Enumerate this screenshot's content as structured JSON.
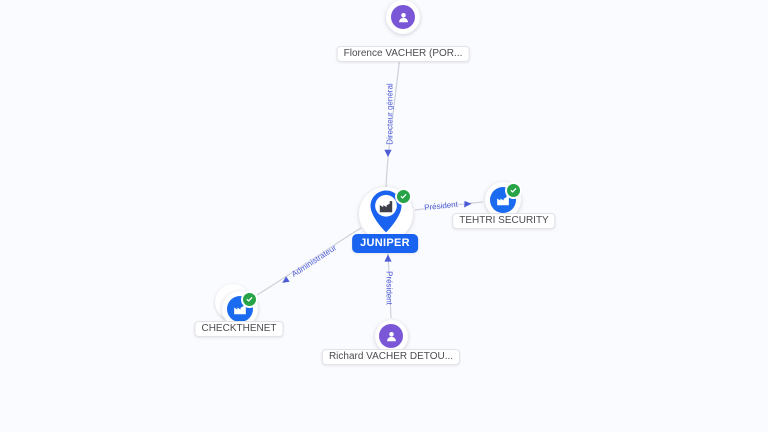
{
  "graph": {
    "background": "#fafbfe",
    "nodes": {
      "florence": {
        "label": "Florence VACHER (POR...",
        "type": "person",
        "verified": false
      },
      "juniper": {
        "label": "JUNIPER",
        "type": "company-main",
        "verified": true
      },
      "tehtri": {
        "label": "TEHTRI SECURITY",
        "type": "company",
        "verified": true
      },
      "checkthenet": {
        "label": "CHECKTHENET",
        "type": "company",
        "verified": true,
        "stacked": true
      },
      "richard": {
        "label": "Richard VACHER DETOU...",
        "type": "person",
        "verified": false
      }
    },
    "edges": {
      "florence_juniper": {
        "label": "Directeur général",
        "from": "Florence VACHER (POR...",
        "to": "JUNIPER"
      },
      "juniper_tehtri": {
        "label": "Président",
        "from": "JUNIPER",
        "to": "TEHTRI SECURITY"
      },
      "richard_juniper": {
        "label": "Président",
        "from": "Richard VACHER DETOU...",
        "to": "JUNIPER"
      },
      "juniper_checkthenet": {
        "label": "Administrateur",
        "from": "JUNIPER",
        "to": "CHECKTHENET"
      }
    },
    "colors": {
      "person_icon": "#7a57d6",
      "company_icon": "#1a6bef",
      "verified_badge": "#27a348",
      "edge_line": "#ccd1db",
      "edge_label": "#4d5bd6",
      "main_label_bg": "#1a63f0"
    }
  }
}
